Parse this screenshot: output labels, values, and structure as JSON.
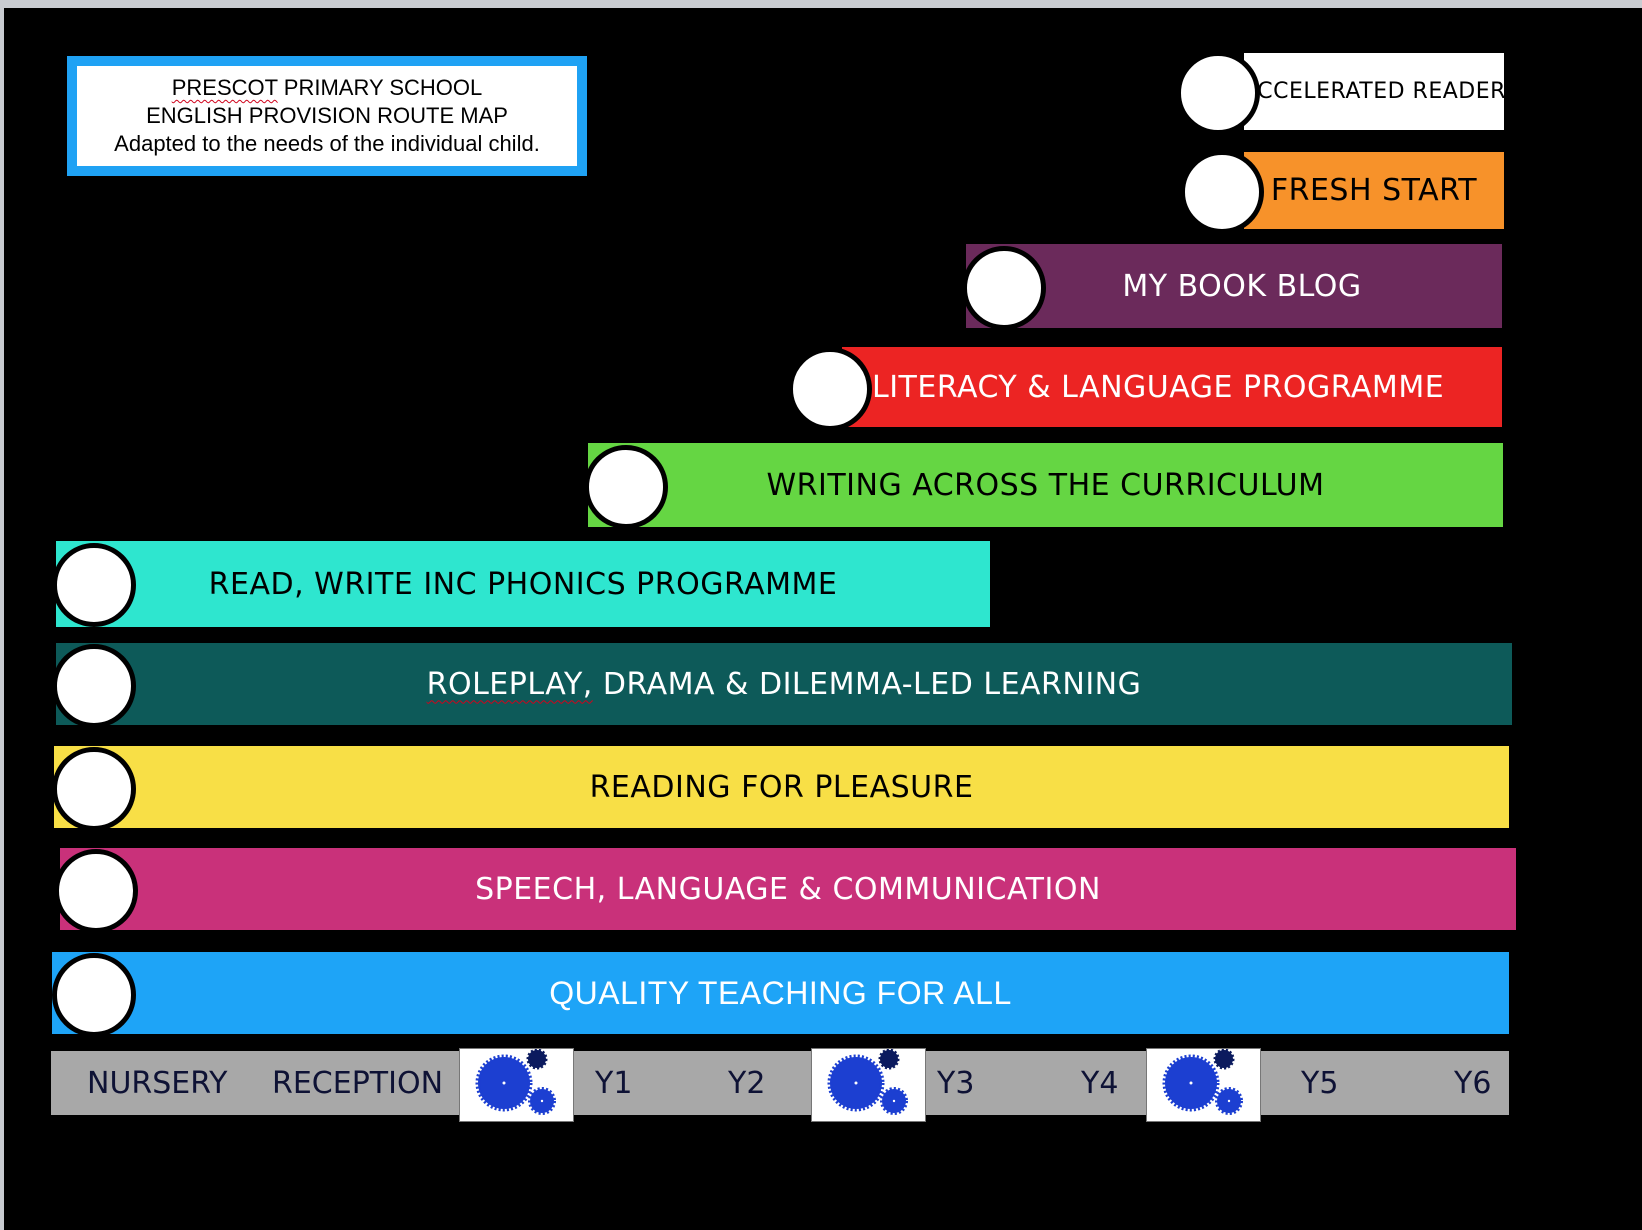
{
  "title": {
    "line1_squiggle": "PRESCOT",
    "line1_rest": " PRIMARY SCHOOL",
    "line2": "ENGLISH PROVISION ROUTE MAP",
    "line3": "Adapted to the needs of the individual child."
  },
  "bars": [
    {
      "label": "ACCELERATED READER",
      "color": "#ffffff",
      "text_color": "#000000"
    },
    {
      "label": "FRESH START",
      "color": "#f7922a",
      "text_color": "#000000"
    },
    {
      "label": "MY BOOK BLOG",
      "color": "#6b2a5b",
      "text_color": "#ffffff"
    },
    {
      "label": "LITERACY & LANGUAGE PROGRAMME",
      "color": "#ec2423",
      "text_color": "#ffffff"
    },
    {
      "label": "WRITING ACROSS THE CURRICULUM",
      "color": "#65d643",
      "text_color": "#000000"
    },
    {
      "label": "READ, WRITE INC PHONICS PROGRAMME",
      "color": "#2ee6cf",
      "text_color": "#000000"
    },
    {
      "label": "ROLEPLAY, DRAMA & DILEMMA-LED LEARNING",
      "label_squiggle": "ROLEPLAY,",
      "label_rest": " DRAMA & DILEMMA-LED LEARNING",
      "color": "#0d5a59",
      "text_color": "#ffffff"
    },
    {
      "label": "READING FOR PLEASURE",
      "color": "#f8df46",
      "text_color": "#000000"
    },
    {
      "label": "SPEECH, LANGUAGE & COMMUNICATION",
      "color": "#c9317a",
      "text_color": "#ffffff"
    },
    {
      "label": "QUALITY TEACHING FOR ALL",
      "color": "#1ea4f7",
      "text_color": "#ffffff"
    }
  ],
  "timeline": {
    "labels": [
      "NURSERY",
      "RECEPTION",
      "Y1",
      "Y2",
      "Y3",
      "Y4",
      "Y5",
      "Y6"
    ],
    "icon": "gears-icon",
    "color": "#a8a8a8"
  }
}
